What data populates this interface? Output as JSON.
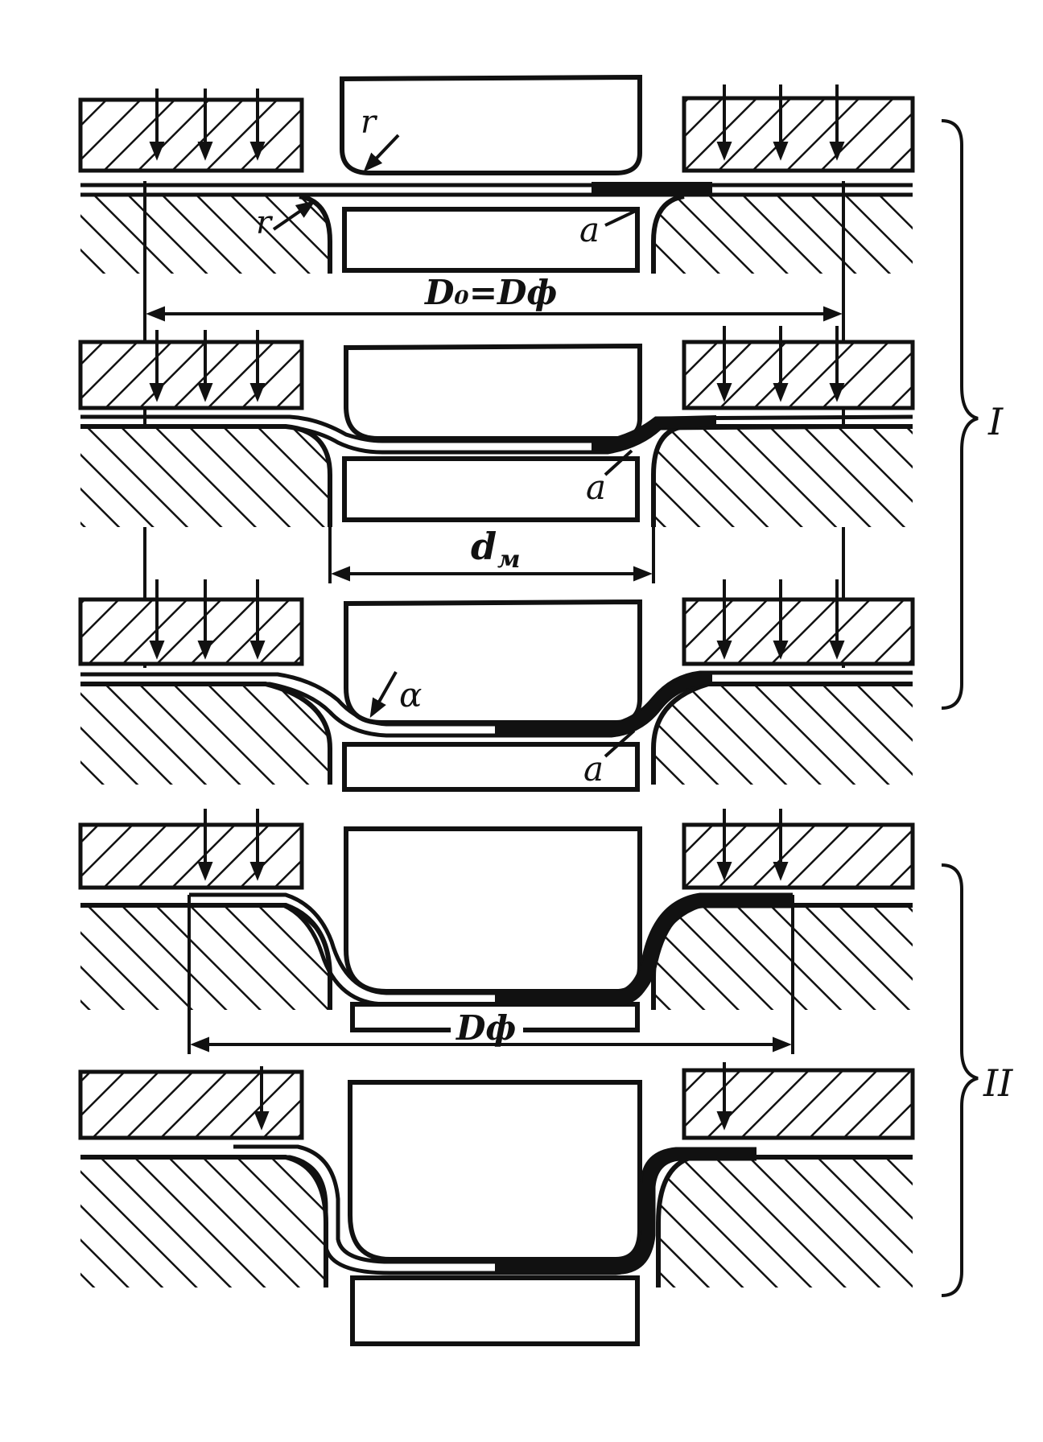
{
  "colors": {
    "ink": "#111111",
    "paper": "#ffffff"
  },
  "labels": {
    "r_top_punch": "r",
    "r_top_die": "r",
    "a_stage1": "a",
    "D0_eq_Dph": "D₀=Dф",
    "a_stage2": "a",
    "d_m": "d",
    "d_m_sub": "м",
    "alpha": "α",
    "a_stage3": "a",
    "D_ph": "Dф",
    "group_I": "I",
    "group_II": "II"
  },
  "stages": [
    {
      "id": "stage-1",
      "group": "I",
      "depth": 0,
      "arrows": 3,
      "sheet_shading": "flat"
    },
    {
      "id": "stage-2",
      "group": "I",
      "depth": 1,
      "arrows": 3,
      "sheet_shading": "bent"
    },
    {
      "id": "stage-3",
      "group": "I",
      "depth": 2,
      "arrows": 3,
      "sheet_shading": "bent"
    },
    {
      "id": "stage-4",
      "group": "II",
      "depth": 3,
      "arrows": 2,
      "sheet_shading": "drawn"
    },
    {
      "id": "stage-5",
      "group": "II",
      "depth": 4,
      "arrows": 1,
      "sheet_shading": "drawn"
    }
  ],
  "icons": {
    "force_arrow": "down-arrow-icon",
    "dimension_arrow": "double-headed-arrow-icon",
    "group_brace": "right-curly-brace-icon"
  }
}
